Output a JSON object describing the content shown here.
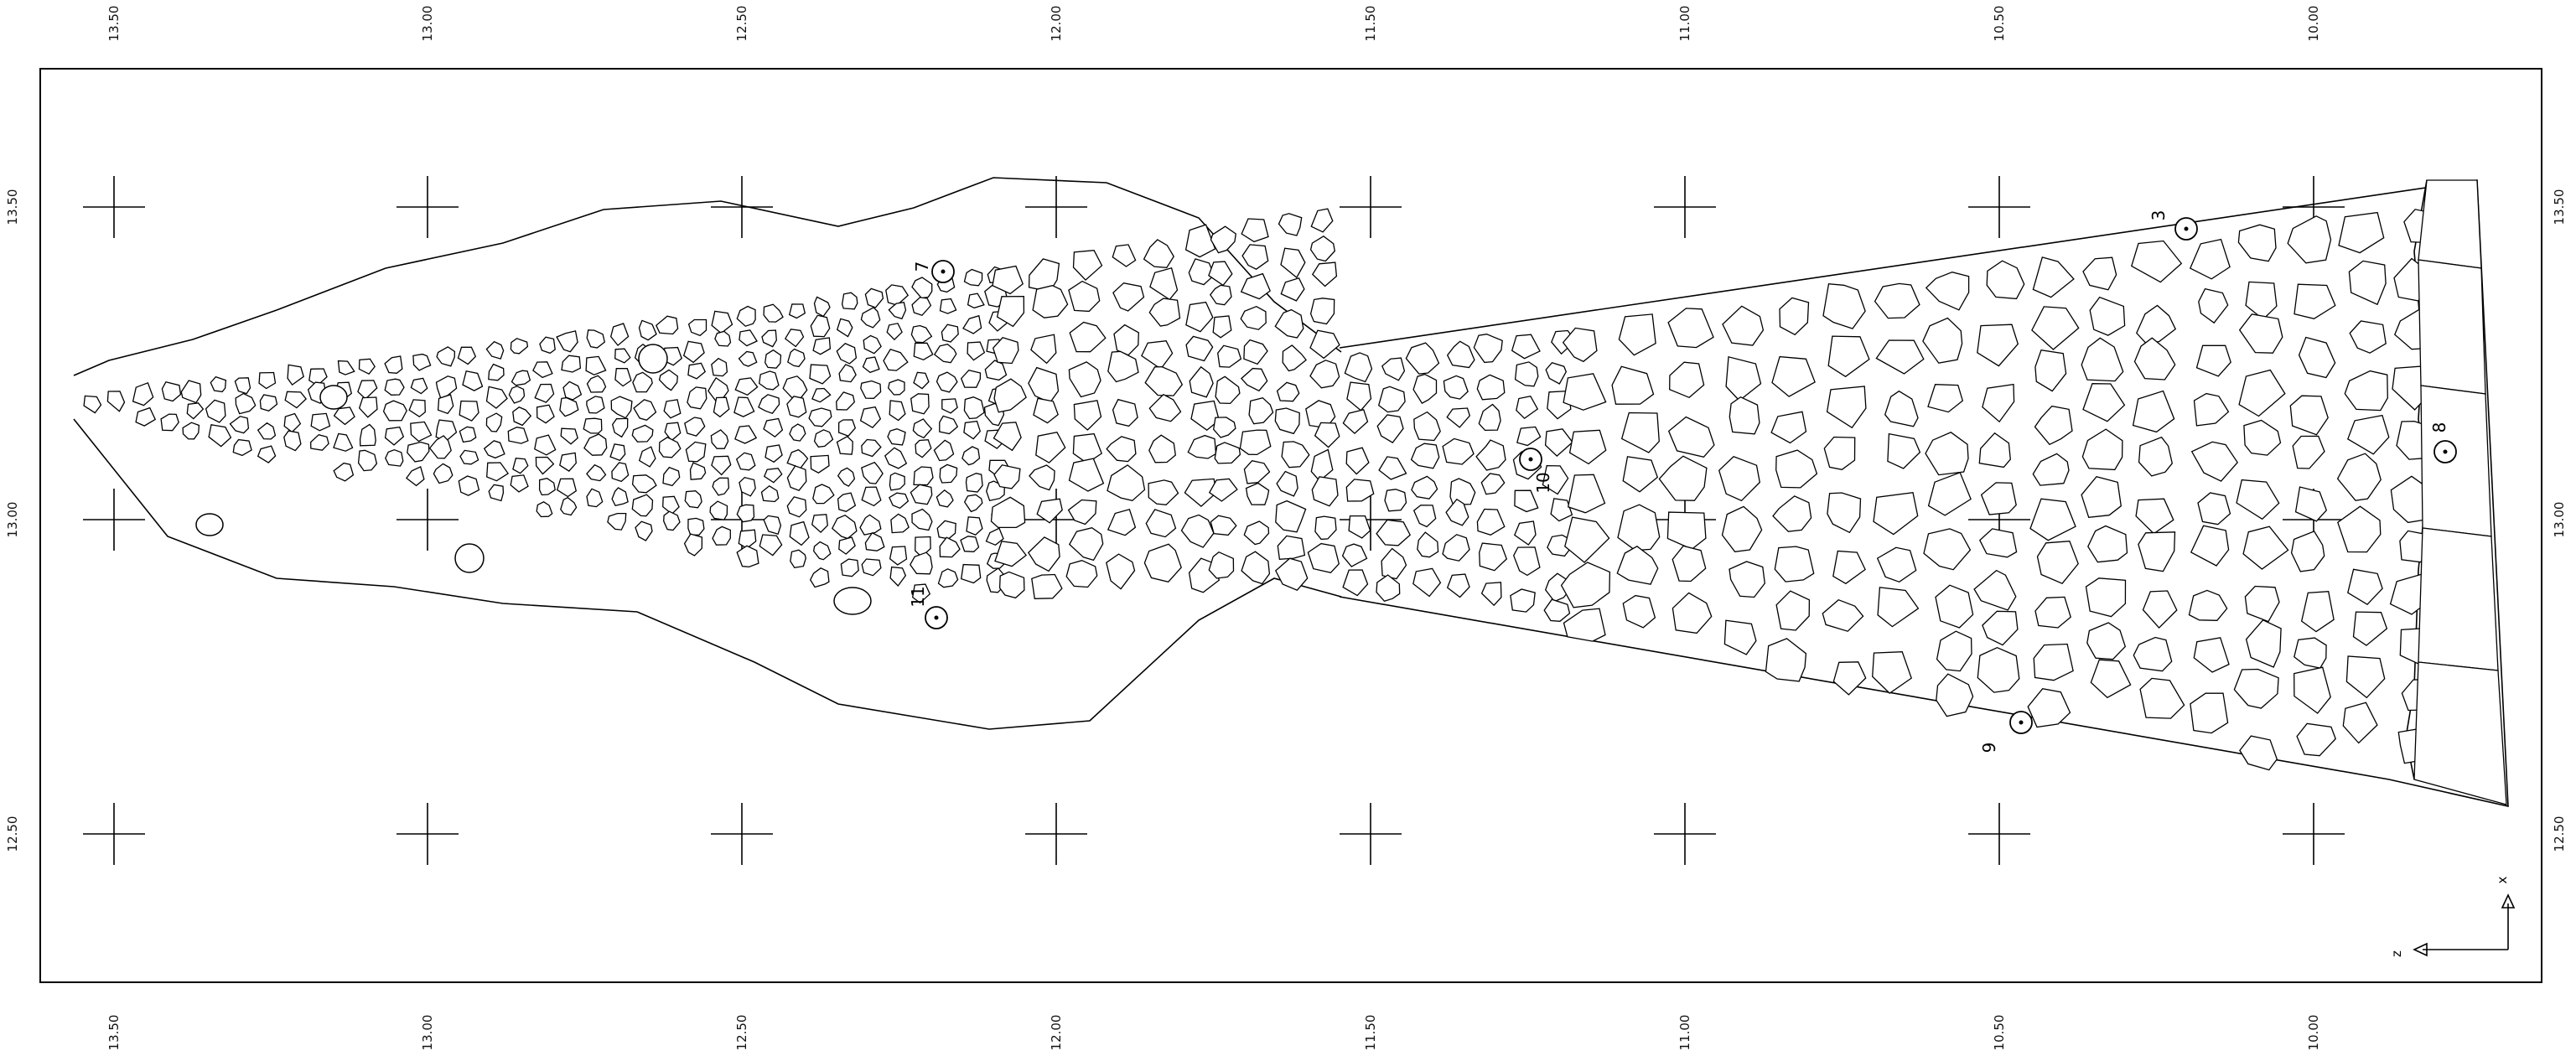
{
  "plan": {
    "x_ticks": [
      "13.50",
      "13.00",
      "12.50",
      "12.00",
      "11.50",
      "11.00",
      "10.50",
      "10.00"
    ],
    "y_ticks": [
      "13.50",
      "13.00",
      "12.50"
    ],
    "markers": [
      {
        "label": "3"
      },
      {
        "label": "7"
      },
      {
        "label": "8"
      },
      {
        "label": "9"
      },
      {
        "label": "10"
      },
      {
        "label": "11"
      }
    ],
    "axis_indicator": {
      "horizontal_label": "z",
      "vertical_label": "x"
    },
    "line_color": "#000000",
    "background": "#ffffff"
  }
}
